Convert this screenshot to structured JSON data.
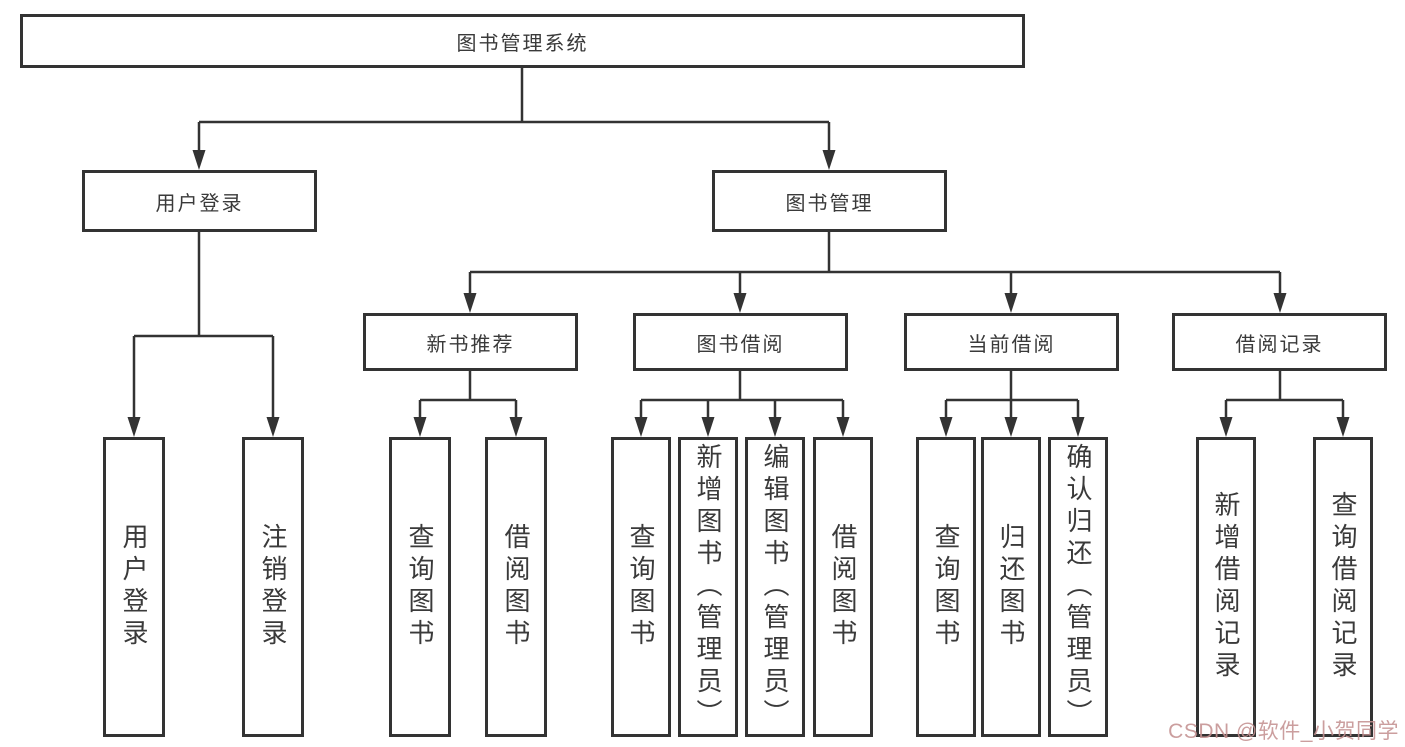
{
  "tree": {
    "root": {
      "label": "图书管理系统"
    },
    "branches": [
      {
        "label": "用户登录",
        "children": [
          {
            "label": "用户登录"
          },
          {
            "label": "注销登录"
          }
        ]
      },
      {
        "label": "图书管理",
        "groups": [
          {
            "label": "新书推荐",
            "children": [
              {
                "label": "查询图书"
              },
              {
                "label": "借阅图书"
              }
            ]
          },
          {
            "label": "图书借阅",
            "children": [
              {
                "label": "查询图书"
              },
              {
                "label": "新增图书（管理员）"
              },
              {
                "label": "编辑图书（管理员）"
              },
              {
                "label": "借阅图书"
              }
            ]
          },
          {
            "label": "当前借阅",
            "children": [
              {
                "label": "查询图书"
              },
              {
                "label": "归还图书"
              },
              {
                "label": "确认归还（管理员）"
              }
            ]
          },
          {
            "label": "借阅记录",
            "children": [
              {
                "label": "新增借阅记录"
              },
              {
                "label": "查询借阅记录"
              }
            ]
          }
        ]
      }
    ]
  },
  "watermark": {
    "text": "CSDN @软件_小贺同学"
  },
  "colors": {
    "line": "#333333",
    "box_border": "#333333",
    "text": "#3a3a3a",
    "watermark": "#c49191",
    "background": "#ffffff"
  }
}
